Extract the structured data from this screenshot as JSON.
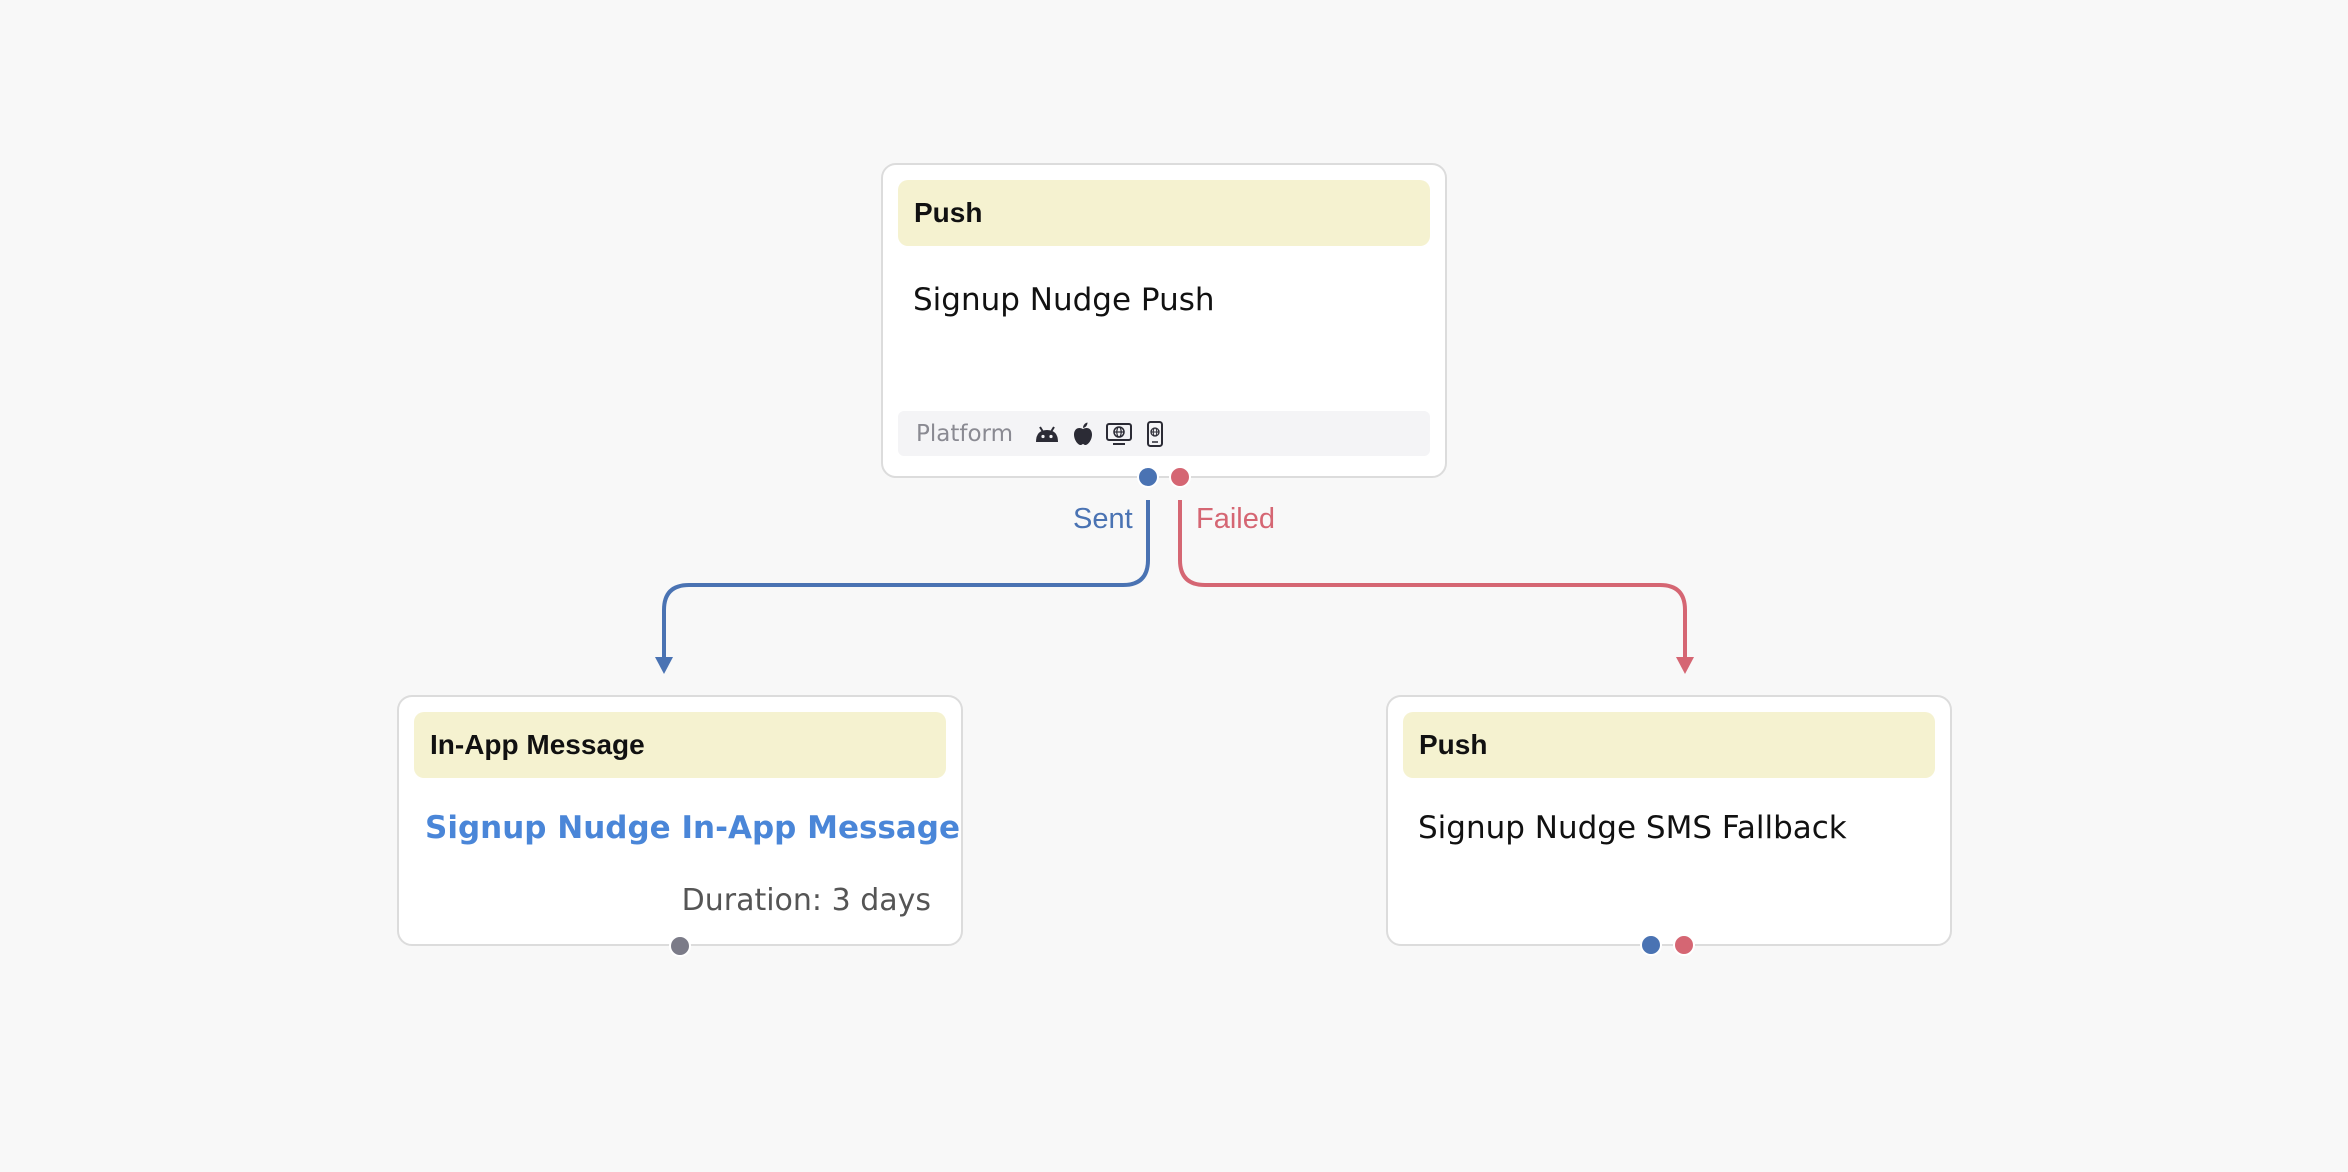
{
  "colors": {
    "background": "#f8f8f8",
    "header": "#f5f2d0",
    "sent": "#4a73b3",
    "failed": "#d56673",
    "neutral_port": "#7b7b88",
    "link": "#4a86d8"
  },
  "nodes": {
    "push_main": {
      "type_label": "Push",
      "title": "Signup Nudge Push",
      "platform_label": "Platform",
      "platform_icons": [
        "android-icon",
        "apple-icon",
        "web-desktop-icon",
        "web-mobile-icon"
      ]
    },
    "inapp": {
      "type_label": "In-App Message",
      "title": "Signup Nudge In-App Message",
      "duration": "Duration: 3 days"
    },
    "push_fallback": {
      "type_label": "Push",
      "title": "Signup Nudge SMS Fallback"
    }
  },
  "edges": {
    "sent": {
      "label": "Sent",
      "from": "push_main",
      "to": "inapp"
    },
    "failed": {
      "label": "Failed",
      "from": "push_main",
      "to": "push_fallback"
    }
  }
}
